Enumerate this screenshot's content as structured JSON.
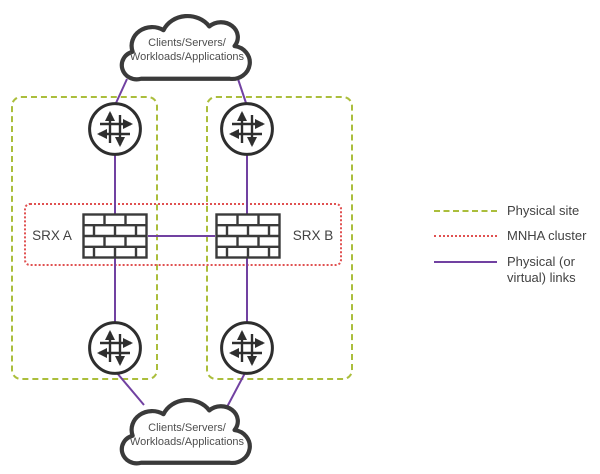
{
  "colors": {
    "physical_site": "#abbe3c",
    "mnha_cluster": "#e05151",
    "links": "#7141a1",
    "icon_outline": "#3a3a3a",
    "text": "#4a4a4a"
  },
  "clouds": {
    "top": {
      "line1": "Clients/Servers/",
      "line2": "Workloads/Applications"
    },
    "bottom": {
      "line1": "Clients/Servers/",
      "line2": "Workloads/Applications"
    }
  },
  "firewalls": {
    "left_label": "SRX A",
    "right_label": "SRX B"
  },
  "legend": {
    "items": [
      {
        "label": "Physical site",
        "line_style": "dashed"
      },
      {
        "label": "MNHA cluster",
        "line_style": "dotted"
      },
      {
        "label": "Physical (or virtual) links",
        "line_style": "solid"
      }
    ]
  }
}
